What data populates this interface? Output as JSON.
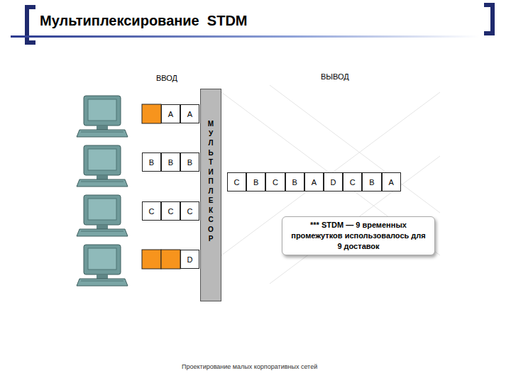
{
  "diagram": {
    "title": "Мультиплексирование  STDM",
    "nodes": [
      {
        "text": [
          "A"
        ]
      },
      {
        "text": [
          "A"
        ]
      },
      {
        "text": [
          "B"
        ]
      },
      {
        "text": [
          "B"
        ]
      },
      {
        "text": [
          "B"
        ]
      },
      {
        "text": [
          "C"
        ]
      },
      {
        "text": [
          "C"
        ]
      },
      {
        "text": [
          "C"
        ]
      },
      {
        "text": [
          "D"
        ]
      },
      {
        "text": [
          "МУЛЬТИПЛЕКСОР"
        ]
      },
      {
        "text": [
          "C"
        ]
      },
      {
        "text": [
          "B"
        ]
      },
      {
        "text": [
          "C"
        ]
      },
      {
        "text": [
          "B"
        ]
      },
      {
        "text": [
          "A"
        ]
      },
      {
        "text": [
          "D"
        ]
      },
      {
        "text": [
          "C"
        ]
      },
      {
        "text": [
          "B"
        ]
      },
      {
        "text": [
          "A"
        ]
      },
      {
        "text": [
          "*** STDM — 9 временных промежутков использовалось для 9 доставок"
        ]
      }
    ],
    "labels": [
      "ВВОД",
      "ВЫВОД",
      "Проектирование малых корпоративных сетей"
    ]
  }
}
